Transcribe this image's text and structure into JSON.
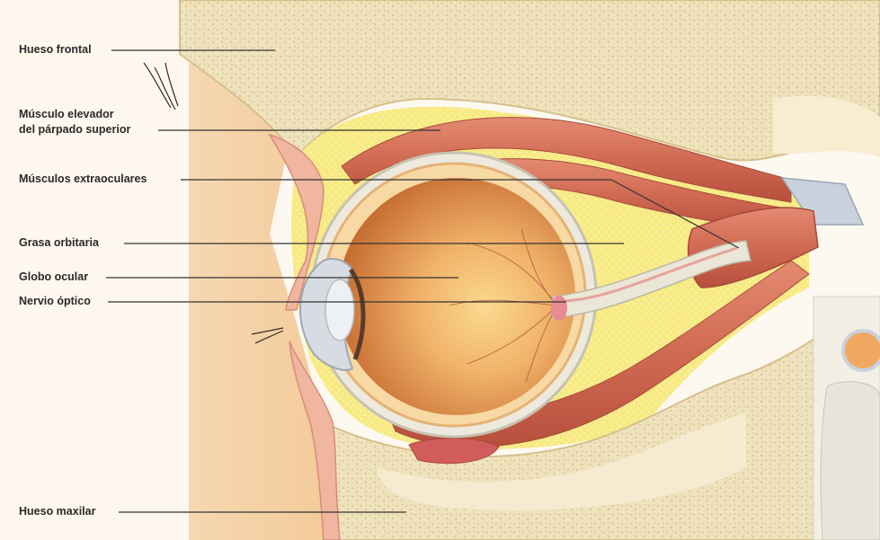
{
  "labels": {
    "hueso_frontal": "Hueso frontal",
    "musculo_elevador_line1": "Músculo elevador",
    "musculo_elevador_line2": "del párpado superior",
    "musculos_extraoculares": "Músculos extraoculares",
    "grasa_orbitaria": "Grasa orbitaria",
    "globo_ocular": "Globo ocular",
    "nervio_optico": "Nervio óptico",
    "hueso_maxilar": "Hueso maxilar"
  },
  "colors": {
    "background": "#fdf9f1",
    "skin": "#f4d2a6",
    "bone": "#efe2bc",
    "bone_texture": "#d9c796",
    "fat": "#f6e77e",
    "muscle": "#d7735c",
    "muscle_dark": "#b8503e",
    "eyeball": "#e39a55",
    "eyeball_core": "#f6c77c",
    "sclera": "#f2f0ea",
    "nerve_sheath": "#eae6d8",
    "tendon": "#c9d2dc",
    "leader_line": "#333333"
  }
}
